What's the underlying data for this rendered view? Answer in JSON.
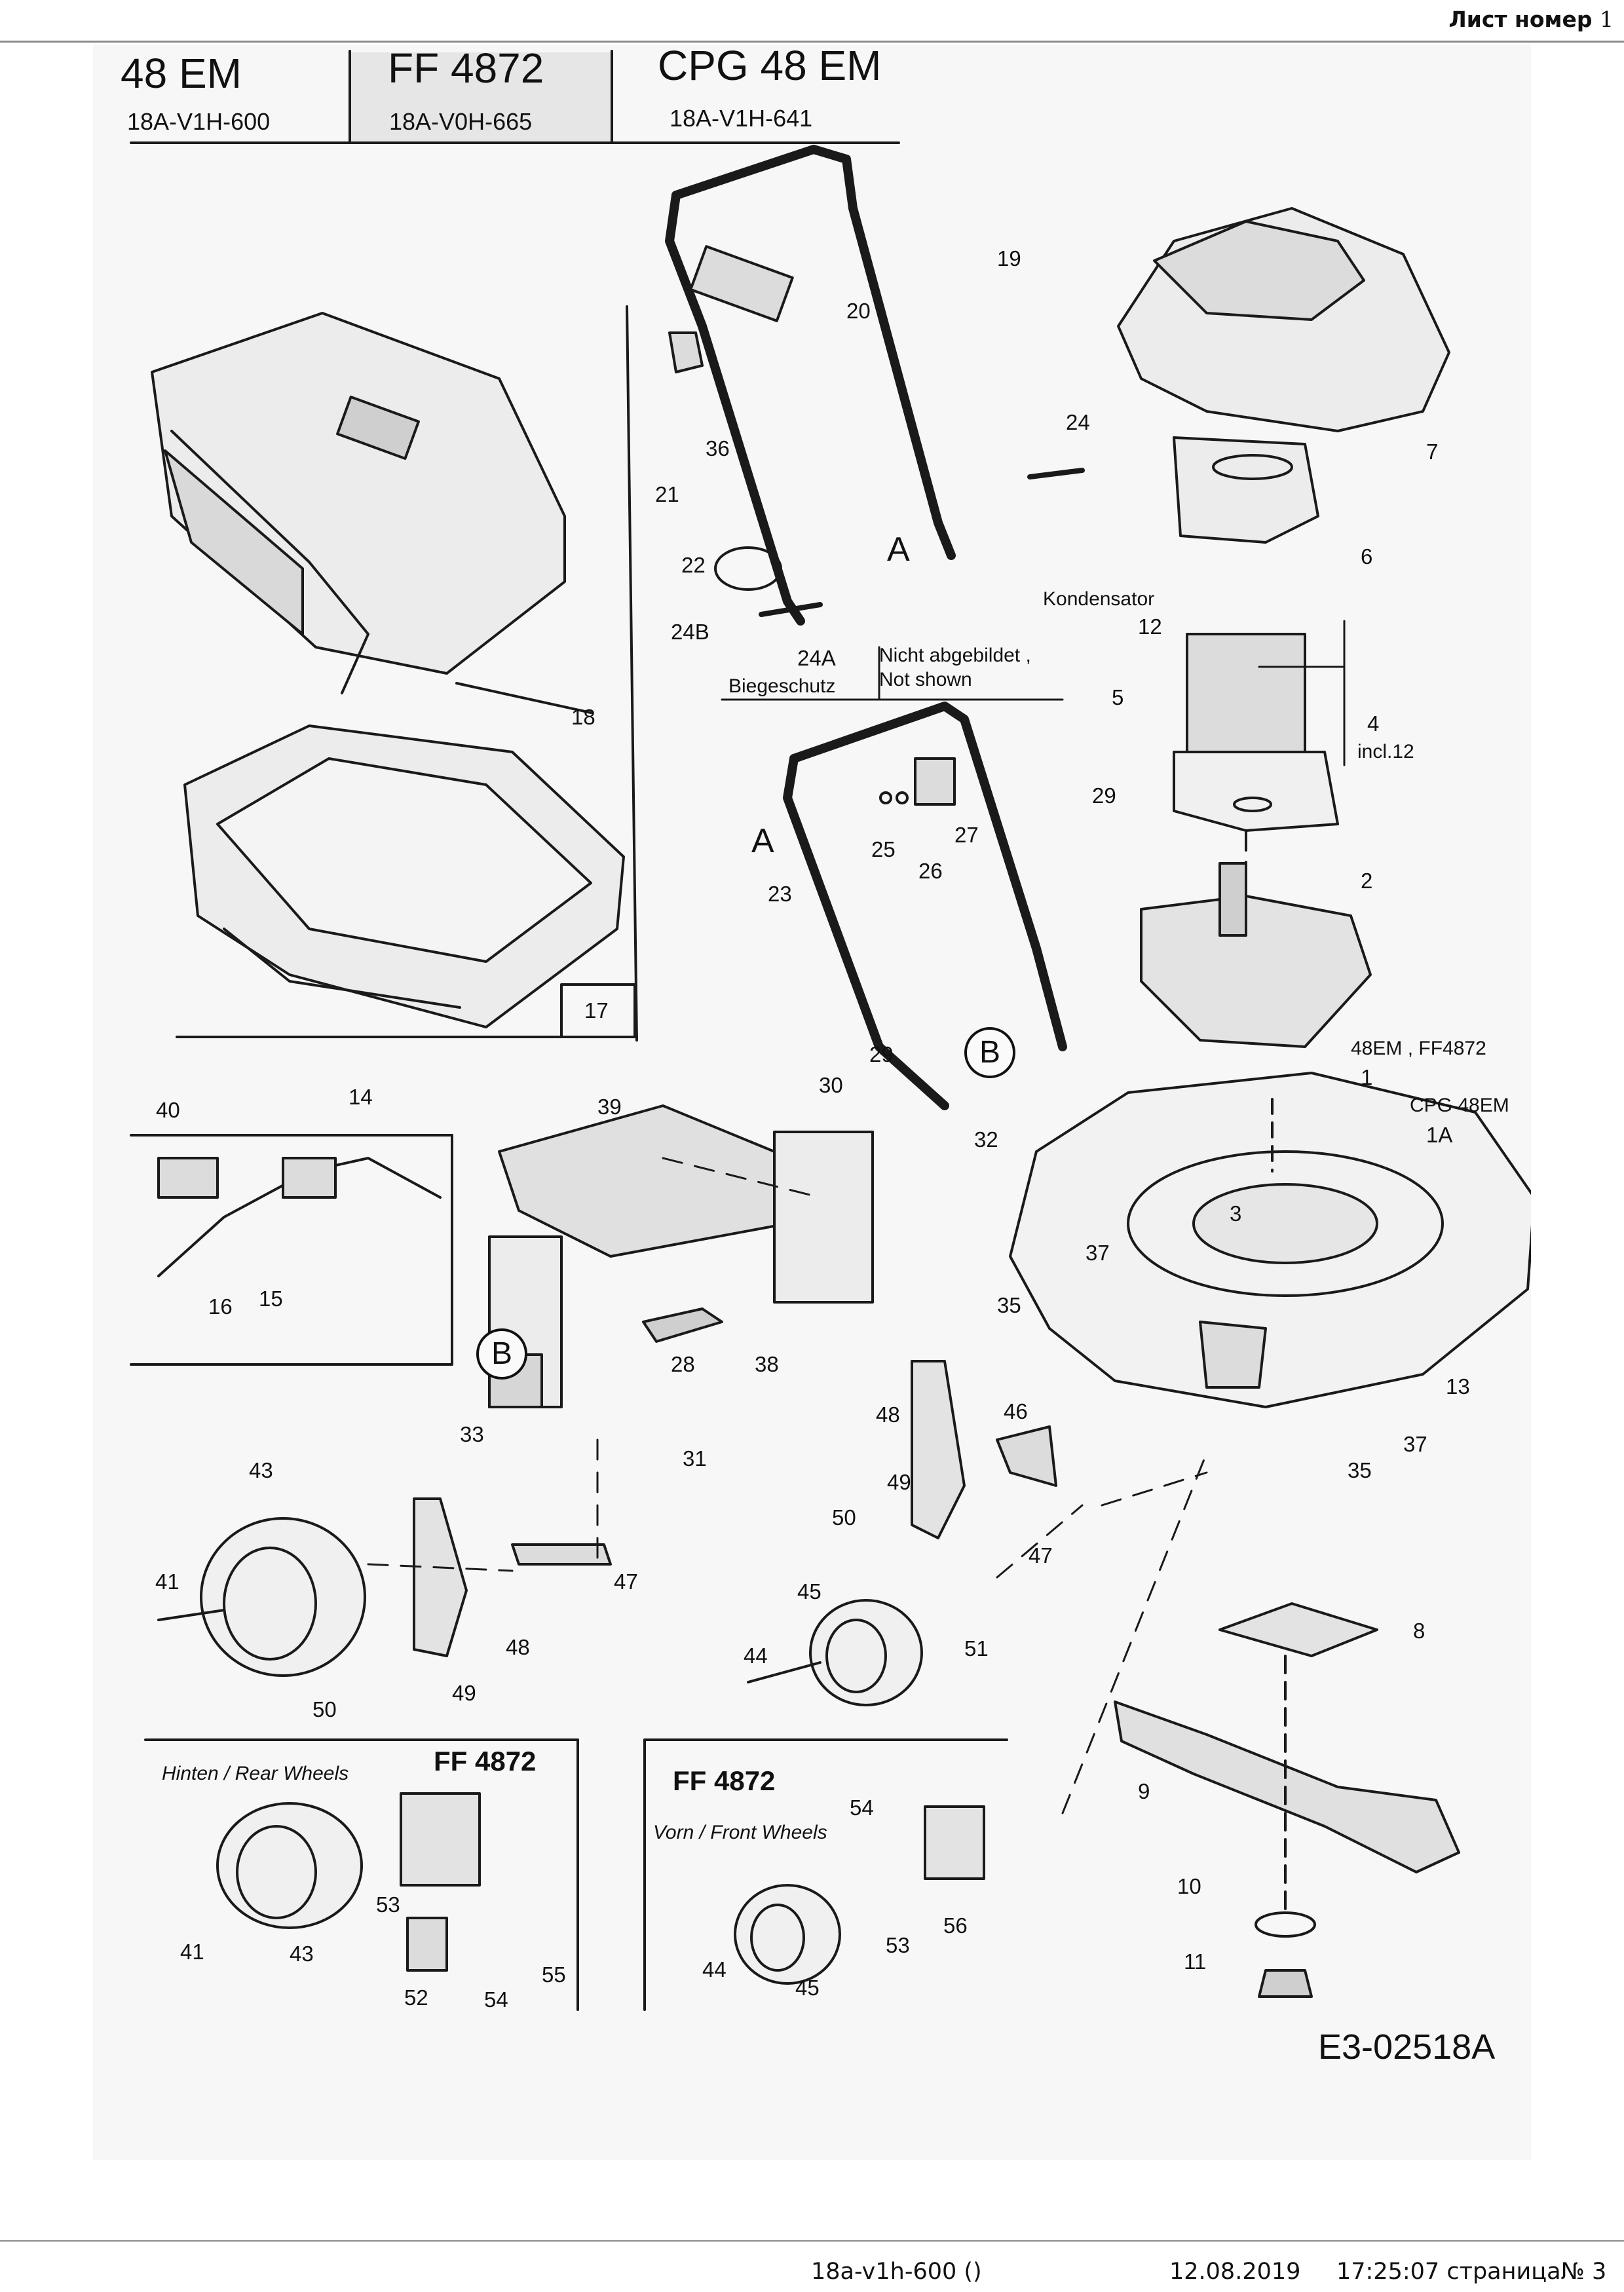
{
  "header": {
    "sheet_label": "Лист номер",
    "sheet_number": "1"
  },
  "title_block": {
    "models": [
      {
        "name": "48 EM",
        "code": "18A-V1H-600"
      },
      {
        "name": "FF 4872",
        "code": "18A-V0H-665"
      },
      {
        "name": "CPG 48 EM",
        "code": "18A-V1H-641"
      }
    ]
  },
  "notes": {
    "kondensator": "Kondensator",
    "incl12": "incl.12",
    "nicht_abgebildet": "Nicht abgebildet ,",
    "not_shown": "Not shown",
    "biegeschutz": "Biegeschutz",
    "variant_48em": "48EM , FF4872",
    "variant_cpg": "CPG 48EM",
    "rear_wheels": "Hinten / Rear Wheels",
    "front_wheels": "Vorn / Front Wheels",
    "inset_rear_model": "FF 4872",
    "inset_front_model": "FF 4872",
    "drawing_code": "E3-02518A"
  },
  "callouts": {
    "p1": "1",
    "p1a": "1A",
    "p2": "2",
    "p3": "3",
    "p4": "4",
    "p5": "5",
    "p6": "6",
    "p7": "7",
    "p8": "8",
    "p9": "9",
    "p10": "10",
    "p11": "11",
    "p12": "12",
    "p13": "13",
    "p14": "14",
    "p15": "15",
    "p16": "16",
    "p17": "17",
    "p18": "18",
    "p19": "19",
    "p20": "20",
    "p21": "21",
    "p22": "22",
    "p23": "23",
    "p24": "24",
    "p24a": "24A",
    "p24b": "24B",
    "p25": "25",
    "p26": "26",
    "p27": "27",
    "p28": "28",
    "p29a": "29",
    "p29b": "29",
    "p30": "30",
    "p31": "31",
    "p32": "32",
    "p33": "33",
    "p35a": "35",
    "p35b": "35",
    "p36": "36",
    "p37a": "37",
    "p37b": "37",
    "p38": "38",
    "p39": "39",
    "p40": "40",
    "p41a": "41",
    "p41b": "41",
    "p43a": "43",
    "p43b": "43",
    "p44a": "44",
    "p44b": "44",
    "p45a": "45",
    "p45b": "45",
    "p46": "46",
    "p47a": "47",
    "p47b": "47",
    "p48a": "48",
    "p48b": "48",
    "p49a": "49",
    "p49b": "49",
    "p50a": "50",
    "p50b": "50",
    "p51": "51",
    "p52": "52",
    "p53a": "53",
    "p53b": "53",
    "p54a": "54",
    "p54b": "54",
    "p55": "55",
    "p56": "56",
    "ref_a1": "A",
    "ref_a2": "A",
    "ref_b1": "B",
    "ref_b2": "B"
  },
  "footer": {
    "doc": "18a-v1h-600  ()",
    "date": "12.08.2019",
    "time_page": "17:25:07 страница№ 3"
  }
}
